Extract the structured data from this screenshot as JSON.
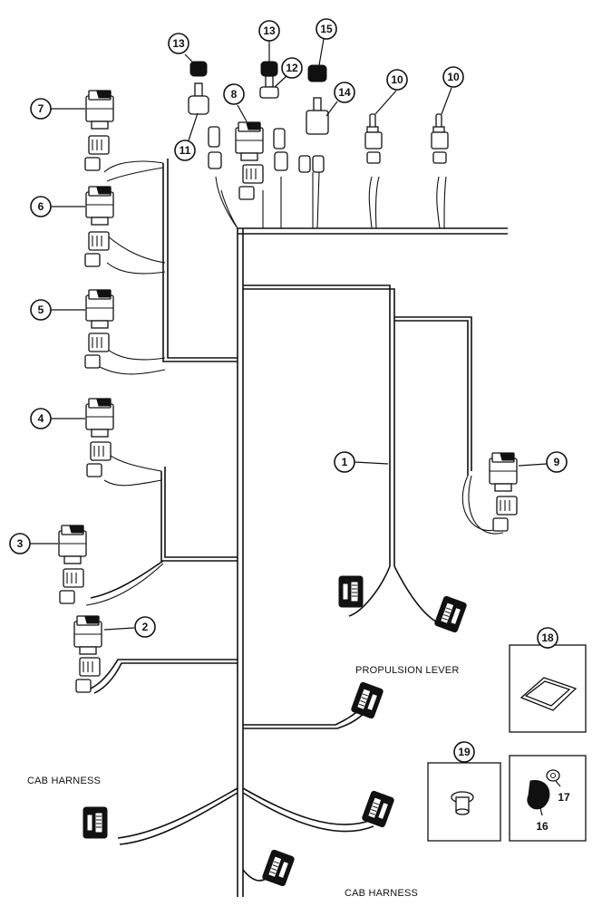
{
  "callouts": {
    "c1": "1",
    "c2": "2",
    "c3": "3",
    "c4": "4",
    "c5": "5",
    "c6": "6",
    "c7": "7",
    "c8": "8",
    "c9": "9",
    "c10a": "10",
    "c10b": "10",
    "c11": "11",
    "c12": "12",
    "c13a": "13",
    "c13b": "13",
    "c14": "14",
    "c15": "15",
    "c16": "16",
    "c17": "17",
    "c18": "18",
    "c19": "19"
  },
  "labels": {
    "propulsion_lever": "PROPULSION LEVER",
    "cab_harness_left": "CAB HARNESS",
    "cab_harness_bottom": "CAB HARNESS"
  }
}
